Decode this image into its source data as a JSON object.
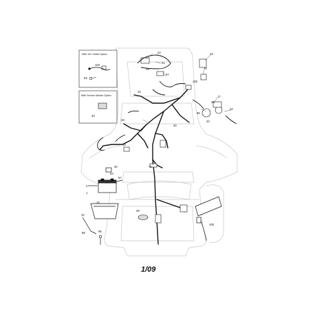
{
  "page_number": "1/09",
  "boxes": {
    "outlet": {
      "title": "With 12V Outlet Option",
      "parts": [
        "103",
        "53"
      ]
    },
    "monitor": {
      "title": "With Service Minder Option",
      "parts": [
        "40"
      ]
    }
  },
  "callouts": [
    "22",
    "21",
    "29",
    "97",
    "33",
    "30",
    "100",
    "16",
    "17",
    "40",
    "28",
    "96",
    "43",
    "42",
    "30",
    "18",
    "71",
    "30",
    "53",
    "97",
    "2",
    "1",
    "29",
    "10",
    "10",
    "98",
    "96",
    "100"
  ]
}
